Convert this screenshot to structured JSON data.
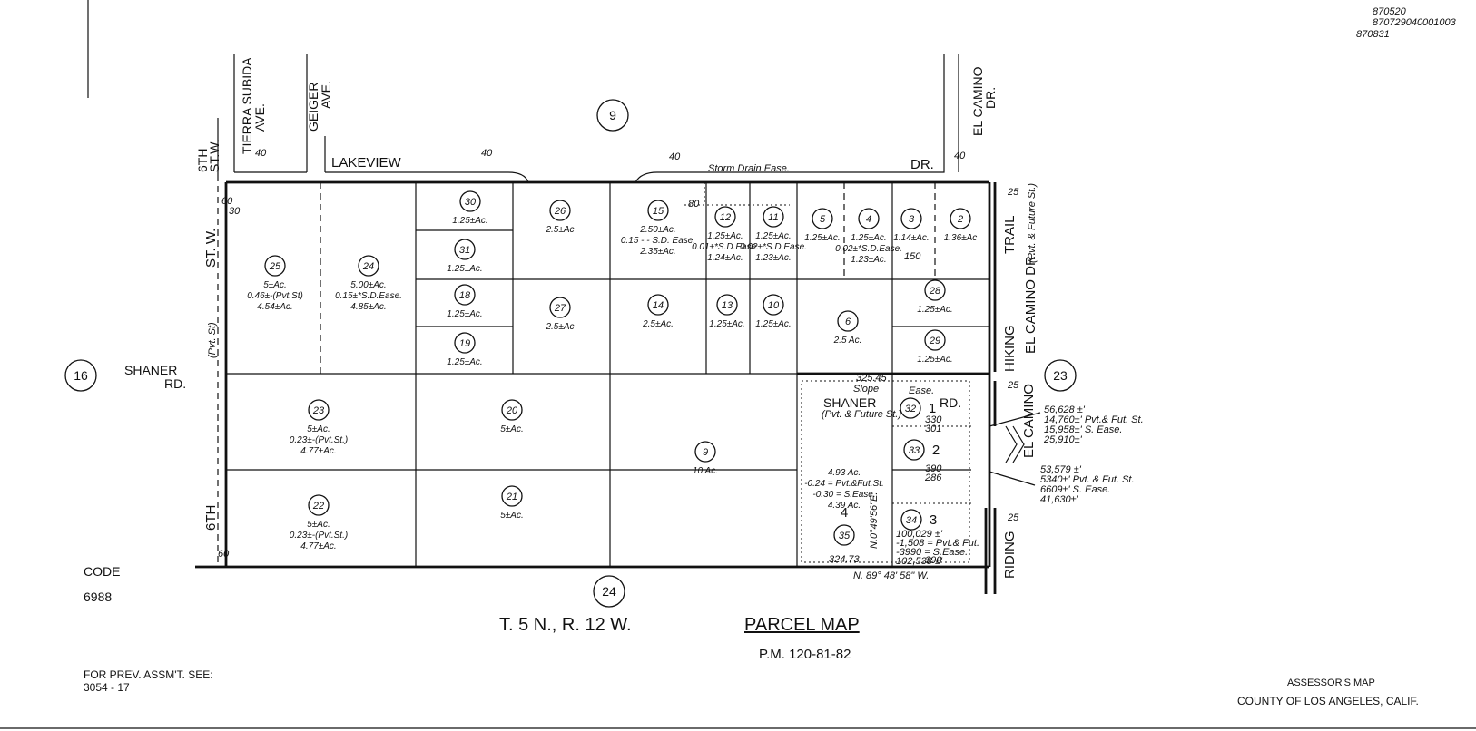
{
  "header": {
    "ref_line1": "870520",
    "ref_line2": "870729040001003",
    "ref_line3": "870831"
  },
  "map_numbers": {
    "north": "9",
    "west": "16",
    "east": "23",
    "south": "24"
  },
  "streets": {
    "tierra_subida": "TIERRA SUBIDA",
    "tierra_subida_ave": "AVE.",
    "geiger": "GEIGER",
    "geiger_ave": "AVE.",
    "sixth_st_w_top1": "6TH",
    "sixth_st_w_top2": "ST.W.",
    "lakeview": "LAKEVIEW",
    "dr": "DR.",
    "el_camino_1": "EL CAMINO",
    "el_camino_2": "DR.",
    "st_w": "ST. W.",
    "sixth_bottom": "6TH",
    "shaner_rd_1": "SHANER",
    "shaner_rd_2": "RD.",
    "pvt_st_west": "(Pvt. St)",
    "hiking": "HIKING",
    "trail": "TRAIL",
    "riding": "RIDING",
    "el_camino_dr_east": "EL CAMINO DR.",
    "pvt_future_st": "(Pvt. & Future St.)",
    "el_camino_dr_east2": "EL CAMINO",
    "shaner_inner": "SHANER",
    "shaner_inner_rd": "RD.",
    "shaner_inner_note": "(Pvt. & Future St.)",
    "storm_drain_ease": "Storm Drain Ease.",
    "bearing": "N. 89° 48' 58\" W."
  },
  "parcels": [
    {
      "num": "30",
      "area": "1.25±Ac."
    },
    {
      "num": "31",
      "area": "1.25±Ac."
    },
    {
      "num": "26",
      "area": "2.5±Ac"
    },
    {
      "num": "15",
      "area_a": "2.50±Ac.",
      "area_b": "0.15 - - S.D. Ease.",
      "area_c": "2.35±Ac."
    },
    {
      "num": "12",
      "area_a": "1.25±Ac.",
      "area_b": "0.01±*S.D.Ease.",
      "area_c": "1.24±Ac."
    },
    {
      "num": "11",
      "area_a": "1.25±Ac.",
      "area_b": "0.02±*S.D.Ease.",
      "area_c": "1.23±Ac."
    },
    {
      "num": "5",
      "area": "1.25±Ac."
    },
    {
      "num": "4",
      "area_a": "1.25±Ac.",
      "area_b": "0.02±*S.D.Ease.",
      "area_c": "1.23±Ac."
    },
    {
      "num": "3",
      "area": "1.14±Ac."
    },
    {
      "num": "2",
      "area": "1.36±Ac"
    },
    {
      "num": "25",
      "area_a": "5±Ac.",
      "area_b": "0.46±-(Pvt.St)",
      "area_c": "4.54±Ac."
    },
    {
      "num": "24",
      "area_a": "5.00±Ac.",
      "area_b": "0.15±*S.D.Ease.",
      "area_c": "4.85±Ac."
    },
    {
      "num": "18",
      "area": "1.25±Ac."
    },
    {
      "num": "19",
      "area": "1.25±Ac."
    },
    {
      "num": "27",
      "area": "2.5±Ac"
    },
    {
      "num": "14",
      "area": "2.5±Ac."
    },
    {
      "num": "13",
      "area": "1.25±Ac."
    },
    {
      "num": "10",
      "area": "1.25±Ac."
    },
    {
      "num": "6",
      "area": "2.5 Ac."
    },
    {
      "num": "28",
      "area": "1.25±Ac."
    },
    {
      "num": "29",
      "area": "1.25±Ac."
    },
    {
      "num": "23",
      "area_a": "5±Ac.",
      "area_b": "0.23±-(Pvt.St.)",
      "area_c": "4.77±Ac."
    },
    {
      "num": "20",
      "area": "5±Ac."
    },
    {
      "num": "9",
      "area": "10 Ac."
    },
    {
      "num": "22",
      "area_a": "5±Ac.",
      "area_b": "0.23±-(Pvt.St.)",
      "area_c": "4.77±Ac."
    },
    {
      "num": "21",
      "area": "5±Ac."
    },
    {
      "num": "32",
      "lot": "1"
    },
    {
      "num": "33",
      "lot": "2"
    },
    {
      "num": "34",
      "lot": "3"
    },
    {
      "num": "35",
      "lot": "4",
      "area_a": "4.93 Ac.",
      "area_b": "-0.24 = Pvt.&Fut.St.",
      "area_c": "-0.30 = S.Ease.",
      "area_d": "4.39 Ac."
    }
  ],
  "callouts": {
    "c1_a": "56,628 ±'",
    "c1_b": "14,760±' Pvt.& Fut. St.",
    "c1_c": "15,958±' S. Ease.",
    "c1_d": "25,910±'",
    "c2_a": "53,579 ±'",
    "c2_b": "5340±' Pvt. & Fut. St.",
    "c2_c": "6609±' S. Ease.",
    "c2_d": "41,630±'",
    "lot3_a": "100,029 ±'",
    "lot3_b": "-1,508 = Pvt.& Fut.",
    "lot3_c": "-3990 = S.Ease.",
    "lot3_d": "102,538 ±'"
  },
  "dimensions": {
    "d40": "40",
    "d150": "150",
    "d25": "25",
    "d60": "60",
    "d30": "30",
    "d80": "80",
    "d330": "330",
    "d390": "390",
    "d301": "301",
    "d286": "286",
    "d324": "324.73",
    "d325": "325.45",
    "slope": "Slope",
    "ease": "Ease.",
    "b1": "N.0°49'56\"E."
  },
  "footer": {
    "code_label": "CODE",
    "code_value": "6988",
    "township": "T. 5 N., R. 12 W.",
    "parcel_map": "PARCEL MAP",
    "pm": "P.M. 120-81-82",
    "prev_label": "FOR PREV. ASSM'T. SEE:",
    "prev_value": "3054 - 17",
    "assessor": "ASSESSOR'S MAP",
    "county": "COUNTY OF LOS ANGELES, CALIF."
  }
}
